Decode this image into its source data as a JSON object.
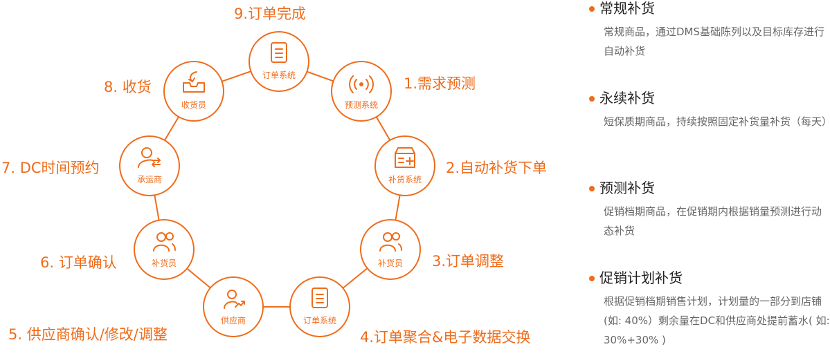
{
  "accent_color": "#ef6c1b",
  "cycle": {
    "nodes": [
      {
        "id": "order-system-top",
        "label": "订单系统",
        "icon": "document-icon"
      },
      {
        "id": "forecast-system",
        "label": "预测系统",
        "icon": "radar-icon"
      },
      {
        "id": "replenish-system",
        "label": "补货系统",
        "icon": "box-add-icon"
      },
      {
        "id": "replenisher-right",
        "label": "补货员",
        "icon": "people-icon"
      },
      {
        "id": "order-system-bottom",
        "label": "订单系统",
        "icon": "document-icon"
      },
      {
        "id": "supplier",
        "label": "供应商",
        "icon": "person-trend-icon"
      },
      {
        "id": "replenisher-left",
        "label": "补货员",
        "icon": "people-icon"
      },
      {
        "id": "carrier",
        "label": "承运商",
        "icon": "person-swap-icon"
      },
      {
        "id": "receiver",
        "label": "收货员",
        "icon": "tray-receive-icon"
      }
    ],
    "steps": {
      "s1": "1.需求预测",
      "s2": "2.自动补货下单",
      "s3": "3.订单调整",
      "s4": "4.订单聚合&电子数据交换",
      "s5": "5. 供应商确认/修改/调整",
      "s6": "6. 订单确认",
      "s7": "7. DC时间预约",
      "s8": "8. 收货",
      "s9": "9.订单完成"
    }
  },
  "replenishment_types": [
    {
      "title": "常规补货",
      "desc": "常规商品，通过DMS基础陈列以及目标库存进行自动补货"
    },
    {
      "title": "永续补货",
      "desc": "短保质期商品，持续按照固定补货量补货（每天）"
    },
    {
      "title": "预测补货",
      "desc": "促销档期商品，在促销期内根据销量预测进行动态补货"
    },
    {
      "title": "促销计划补货",
      "desc": "根据促销档期销售计划，计划量的一部分到店铺 (如: 40%）剩余量在DC和供应商处提前蓄水( 如: 30%+30% )"
    }
  ]
}
